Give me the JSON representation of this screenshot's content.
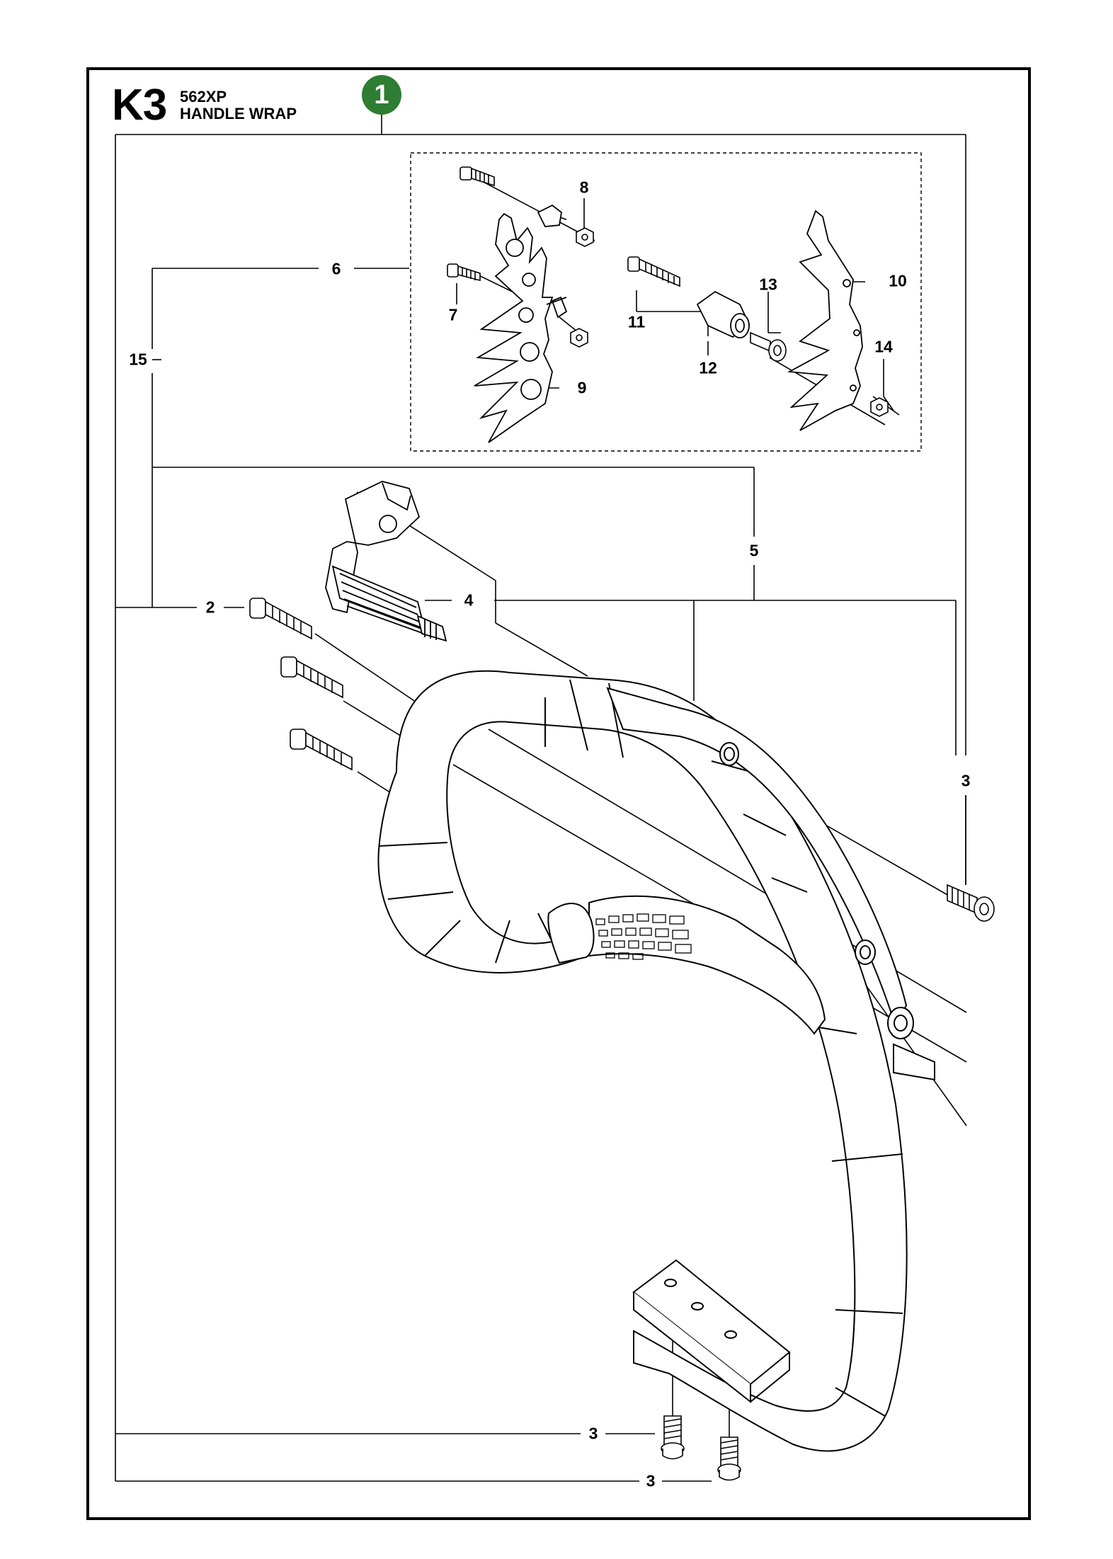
{
  "header": {
    "section_code": "K3",
    "model": "562XP",
    "title": "HANDLE WRAP",
    "badge_number": "1"
  },
  "colors": {
    "badge": "#2e7d32",
    "line": "#000000",
    "part_fill": "#ffffff"
  },
  "callouts": {
    "c2": "2",
    "c3_right": "3",
    "c3_bottom_a": "3",
    "c3_bottom_b": "3",
    "c4": "4",
    "c5": "5",
    "c6": "6",
    "c7": "7",
    "c8": "8",
    "c9": "9",
    "c10": "10",
    "c11": "11",
    "c12": "12",
    "c13": "13",
    "c14": "14",
    "c15": "15"
  }
}
